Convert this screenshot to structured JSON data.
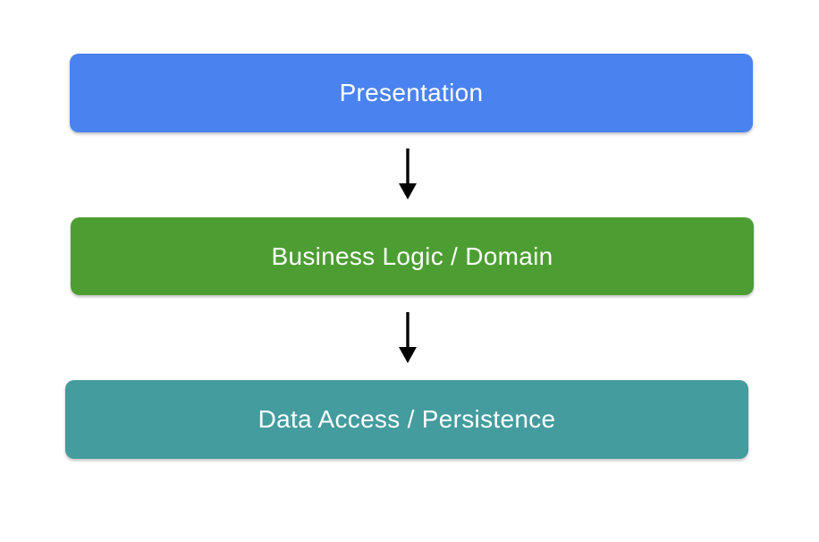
{
  "diagram": {
    "background_color": "#ffffff",
    "text_color": "#ffffff",
    "arrow_color": "#000000",
    "layers": [
      {
        "label": "Presentation",
        "color": "#4a82f0"
      },
      {
        "label": "Business Logic / Domain",
        "color": "#4d9e32"
      },
      {
        "label": "Data Access / Persistence",
        "color": "#449c9e"
      }
    ],
    "arrows": [
      {
        "icon": "arrow-down-icon",
        "from": "Presentation",
        "to": "Business Logic / Domain"
      },
      {
        "icon": "arrow-down-icon",
        "from": "Business Logic / Domain",
        "to": "Data Access / Persistence"
      }
    ]
  }
}
